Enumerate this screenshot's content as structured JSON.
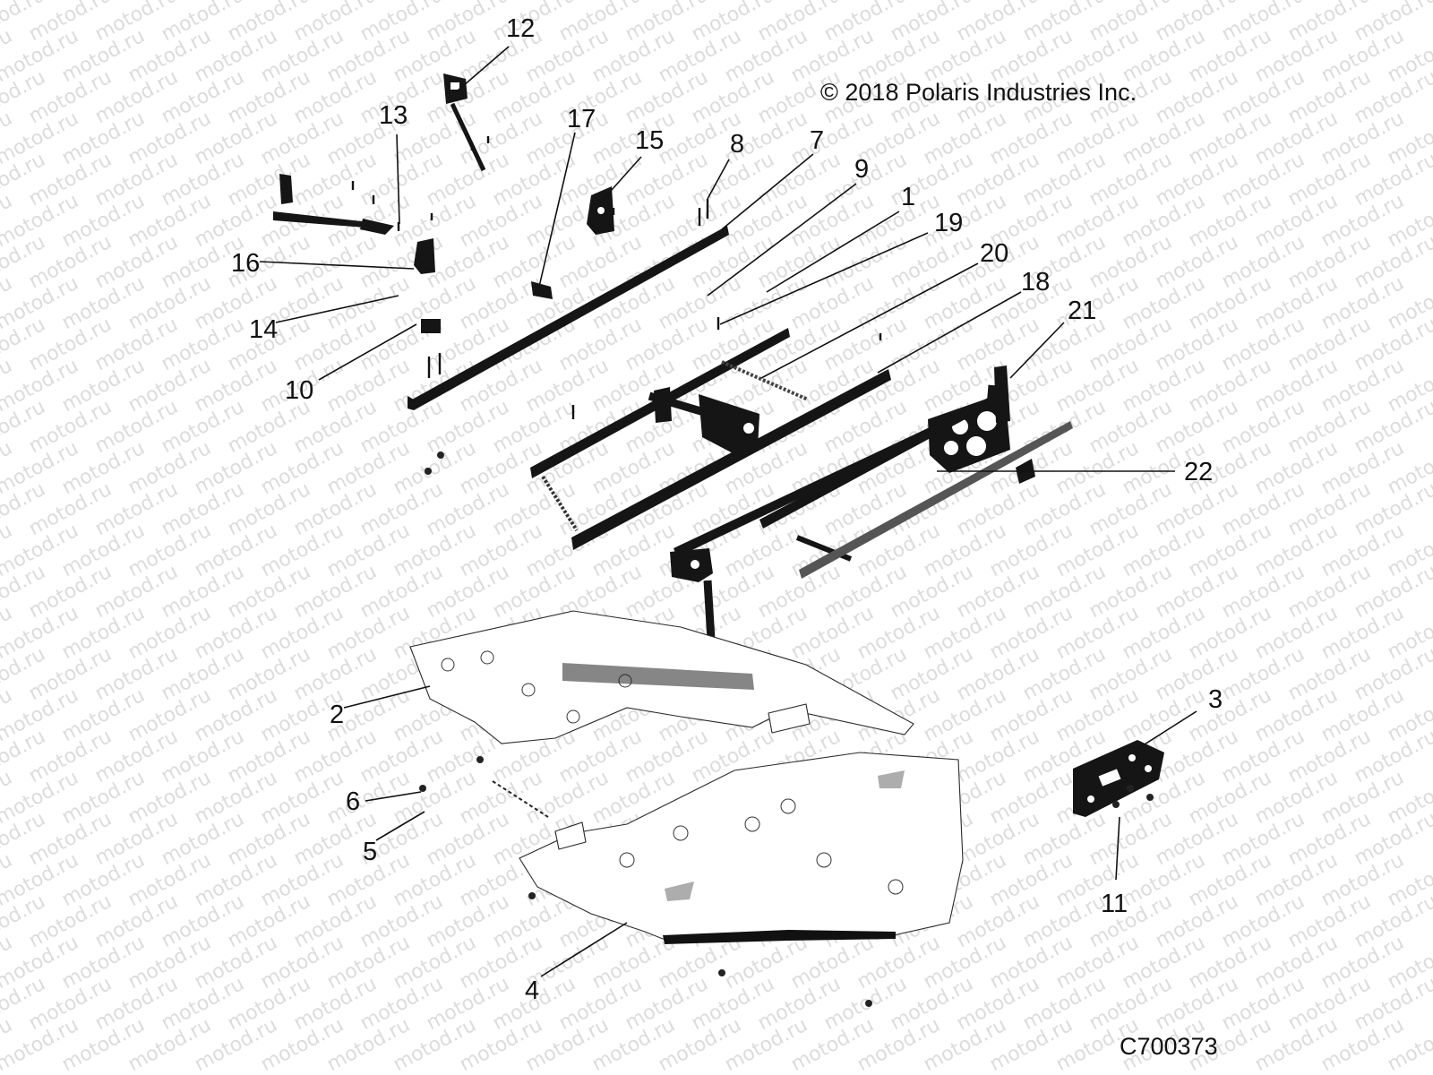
{
  "copyright": "© 2018 Polaris Industries Inc.",
  "diagram_code": "C700373",
  "watermark_text": "motod.ru",
  "callouts": [
    {
      "id": "c1",
      "label": "1"
    },
    {
      "id": "c2",
      "label": "2"
    },
    {
      "id": "c3",
      "label": "3"
    },
    {
      "id": "c4",
      "label": "4"
    },
    {
      "id": "c5",
      "label": "5"
    },
    {
      "id": "c6",
      "label": "6"
    },
    {
      "id": "c7",
      "label": "7"
    },
    {
      "id": "c8",
      "label": "8"
    },
    {
      "id": "c9",
      "label": "9"
    },
    {
      "id": "c10",
      "label": "10"
    },
    {
      "id": "c11",
      "label": "11"
    },
    {
      "id": "c12",
      "label": "12"
    },
    {
      "id": "c13",
      "label": "13"
    },
    {
      "id": "c14",
      "label": "14"
    },
    {
      "id": "c15",
      "label": "15"
    },
    {
      "id": "c16",
      "label": "16"
    },
    {
      "id": "c17",
      "label": "17"
    },
    {
      "id": "c18",
      "label": "18"
    },
    {
      "id": "c19",
      "label": "19"
    },
    {
      "id": "c20",
      "label": "20"
    },
    {
      "id": "c21",
      "label": "21"
    },
    {
      "id": "c22",
      "label": "22"
    }
  ],
  "colors": {
    "ink": "#111111",
    "watermark": "#dcdcdc",
    "background": "#ffffff"
  }
}
